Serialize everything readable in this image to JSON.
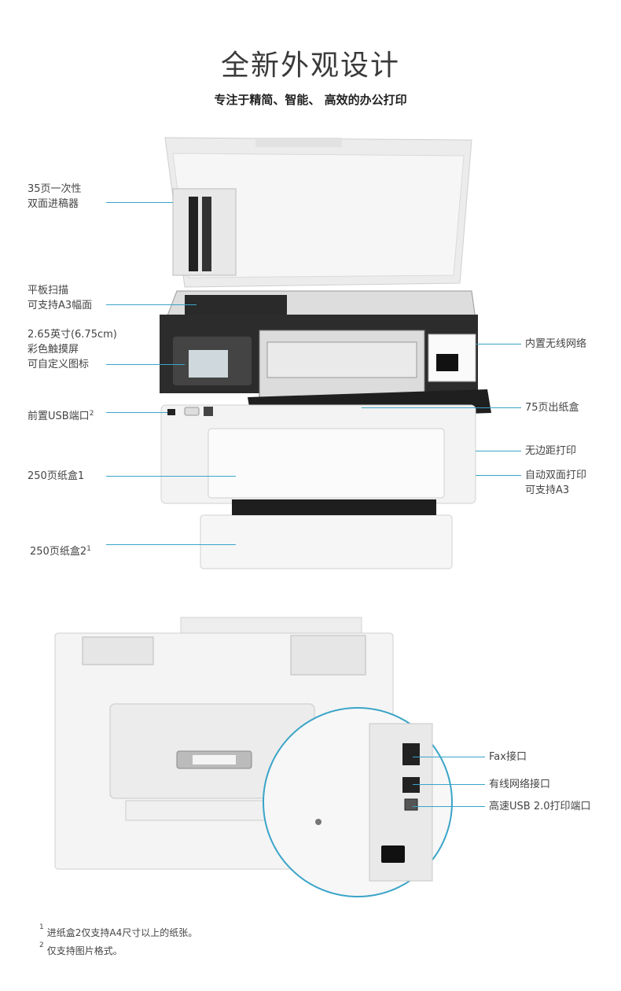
{
  "header": {
    "title": "全新外观设计",
    "subtitle": "专注于精简、智能、 高效的办公打印"
  },
  "front_callouts": {
    "adf": [
      "35页一次性",
      "双面进稿器"
    ],
    "flatbed": [
      "平板扫描",
      "可支持A3幅面"
    ],
    "touchscreen": [
      "2.65英寸(6.75cm)",
      "彩色触摸屏",
      "可自定义图标"
    ],
    "usb_front": "前置USB端口",
    "usb_front_note": "2",
    "tray1": "250页纸盒1",
    "tray2": "250页纸盒2",
    "tray2_note": "1",
    "wireless": "内置无线网络",
    "output_tray": "75页出纸盒",
    "borderless": "无边距打印",
    "duplex": [
      "自动双面打印",
      "可支持A3"
    ]
  },
  "rear_callouts": {
    "fax": "Fax接口",
    "ethernet": "有线网络接口",
    "usb": "高速USB 2.0打印端口"
  },
  "footnotes": [
    {
      "mark": "1",
      "text": "进纸盒2仅支持A4尺寸以上的纸张。"
    },
    {
      "mark": "2",
      "text": "仅支持图片格式。"
    }
  ],
  "colors": {
    "accent_line": "#3aa4c8",
    "printer_body": "#f1f1f1",
    "printer_dark": "#2c2c2c"
  }
}
